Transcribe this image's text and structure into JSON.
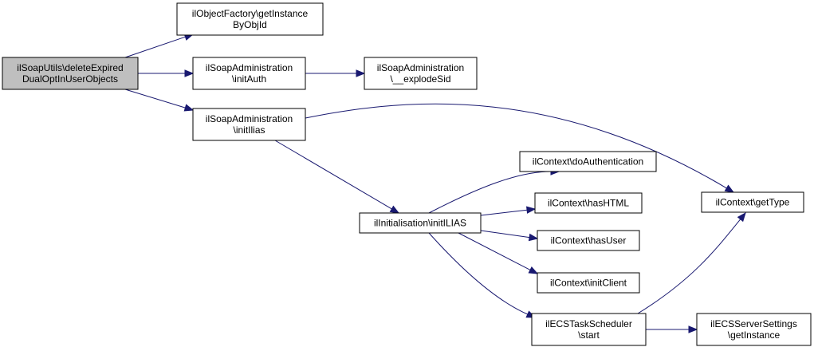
{
  "colors": {
    "edge": "#191970",
    "root_fill": "#bfbfbf",
    "node_fill": "#ffffff",
    "node_border": "#000000"
  },
  "nodes": {
    "root": {
      "lines": [
        "ilSoapUtils\\deleteExpired",
        "DualOptInUserObjects"
      ]
    },
    "factory": {
      "lines": [
        "ilObjectFactory\\getInstance",
        "ByObjId"
      ]
    },
    "initauth": {
      "lines": [
        "ilSoapAdministration",
        "\\initAuth"
      ]
    },
    "explodesid": {
      "lines": [
        "ilSoapAdministration",
        "\\__explodeSid"
      ]
    },
    "initilias": {
      "lines": [
        "ilSoapAdministration",
        "\\initIlias"
      ]
    },
    "initialisation": {
      "lines": [
        "ilInitialisation\\initILIAS"
      ]
    },
    "doauth": {
      "lines": [
        "ilContext\\doAuthentication"
      ]
    },
    "hashtml": {
      "lines": [
        "ilContext\\hasHTML"
      ]
    },
    "hasuser": {
      "lines": [
        "ilContext\\hasUser"
      ]
    },
    "initclient": {
      "lines": [
        "ilContext\\initClient"
      ]
    },
    "ecsstart": {
      "lines": [
        "ilECSTaskScheduler",
        "\\start"
      ]
    },
    "gettype": {
      "lines": [
        "ilContext\\getType"
      ]
    },
    "ecsserver": {
      "lines": [
        "ilECSServerSettings",
        "\\getInstance"
      ]
    }
  },
  "edges": [
    {
      "from": "root",
      "to": "factory"
    },
    {
      "from": "root",
      "to": "initauth"
    },
    {
      "from": "root",
      "to": "initilias"
    },
    {
      "from": "initauth",
      "to": "explodesid"
    },
    {
      "from": "initilias",
      "to": "initialisation"
    },
    {
      "from": "initilias",
      "to": "gettype"
    },
    {
      "from": "initialisation",
      "to": "doauth"
    },
    {
      "from": "initialisation",
      "to": "hashtml"
    },
    {
      "from": "initialisation",
      "to": "hasuser"
    },
    {
      "from": "initialisation",
      "to": "initclient"
    },
    {
      "from": "initialisation",
      "to": "ecsstart"
    },
    {
      "from": "ecsstart",
      "to": "gettype"
    },
    {
      "from": "ecsstart",
      "to": "ecsserver"
    }
  ]
}
